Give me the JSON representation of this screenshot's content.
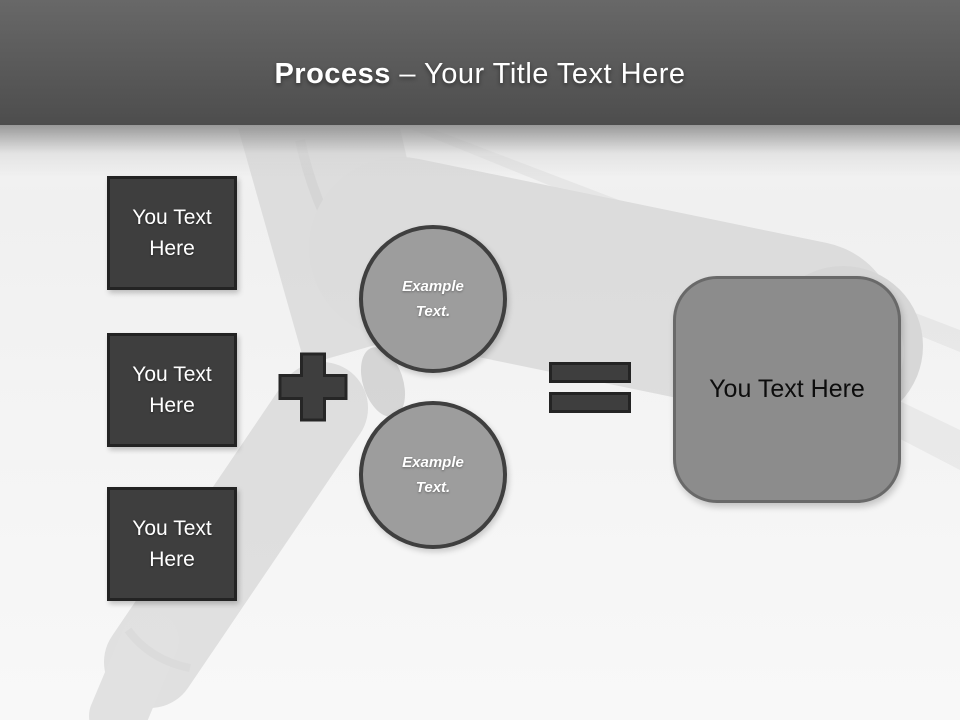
{
  "title": {
    "prefix_bold": "Process",
    "suffix": " – Your Title Text Here"
  },
  "inputs": [
    {
      "label": "You Text Here"
    },
    {
      "label": "You Text Here"
    },
    {
      "label": "You Text Here"
    }
  ],
  "operators": {
    "plus_icon": "plus",
    "equals_icon": "equals"
  },
  "examples": [
    {
      "label": "Example Text."
    },
    {
      "label": "Example Text."
    }
  ],
  "result": {
    "label": "You Text Here"
  },
  "background": {
    "image_name": "faded-hair-dryer-photo"
  },
  "colors": {
    "header_top": "#686868",
    "header_bottom": "#4d4d4d",
    "title_text": "#ffffff",
    "input_box_fill": "#3e3e3e",
    "input_box_border": "#232323",
    "operator_fill": "#3e3e3e",
    "operator_border": "#242424",
    "circle_fill": "#9d9d9d",
    "circle_border": "#3f3f3f",
    "result_fill": "#8c8c8c",
    "result_border": "#696969",
    "result_text": "#0d0d0d",
    "page_background": "#f6f6f6"
  }
}
